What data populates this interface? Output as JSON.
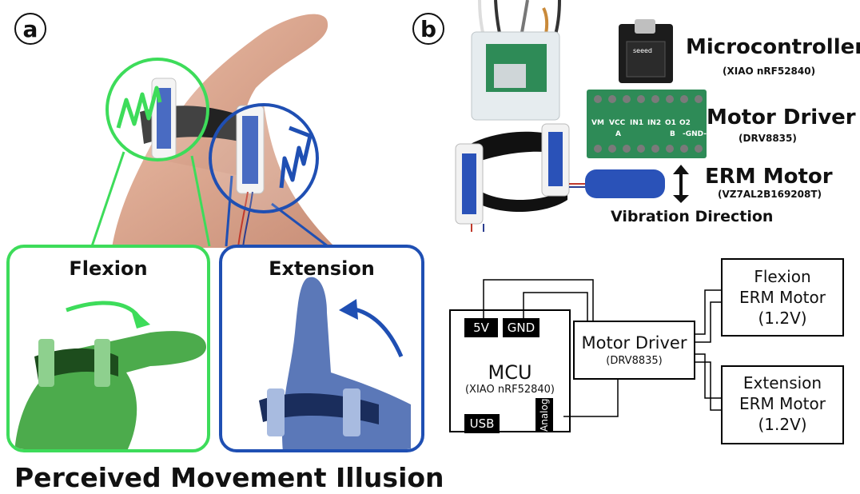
{
  "panel_a": {
    "badge": "a",
    "flexion_label": "Flexion",
    "extension_label": "Extension",
    "caption": "Perceived Movement Illusion"
  },
  "panel_b": {
    "badge": "b",
    "components": [
      {
        "name": "Microcontroller",
        "model": "(XIAO nRF52840)"
      },
      {
        "name": "Motor Driver",
        "model": "(DRV8835)"
      },
      {
        "name": "ERM Motor",
        "model": "(VZ7AL2B169208T)"
      }
    ],
    "vibration_label": "Vibration Direction",
    "board_silkscreen": [
      "seeed",
      "-GND-",
      "VM",
      "VCC",
      "IN1",
      "IN2",
      "O1",
      "O2",
      "A",
      "B"
    ]
  },
  "schematic": {
    "mcu_label": "MCU",
    "mcu_sub": "(XIAO nRF52840)",
    "pin_5v": "5V",
    "pin_gnd": "GND",
    "pin_usb": "USB",
    "pin_analog": "Analog",
    "driver_label": "Motor Driver",
    "driver_sub": "(DRV8835)",
    "flexion_motor": [
      "Flexion",
      "ERM Motor",
      "(1.2V)"
    ],
    "extension_motor": [
      "Extension",
      "ERM Motor",
      "(1.2V)"
    ]
  },
  "colors": {
    "green": "#3ddc5a",
    "blue": "#1f4fb3",
    "board_green": "#2e8b57"
  }
}
